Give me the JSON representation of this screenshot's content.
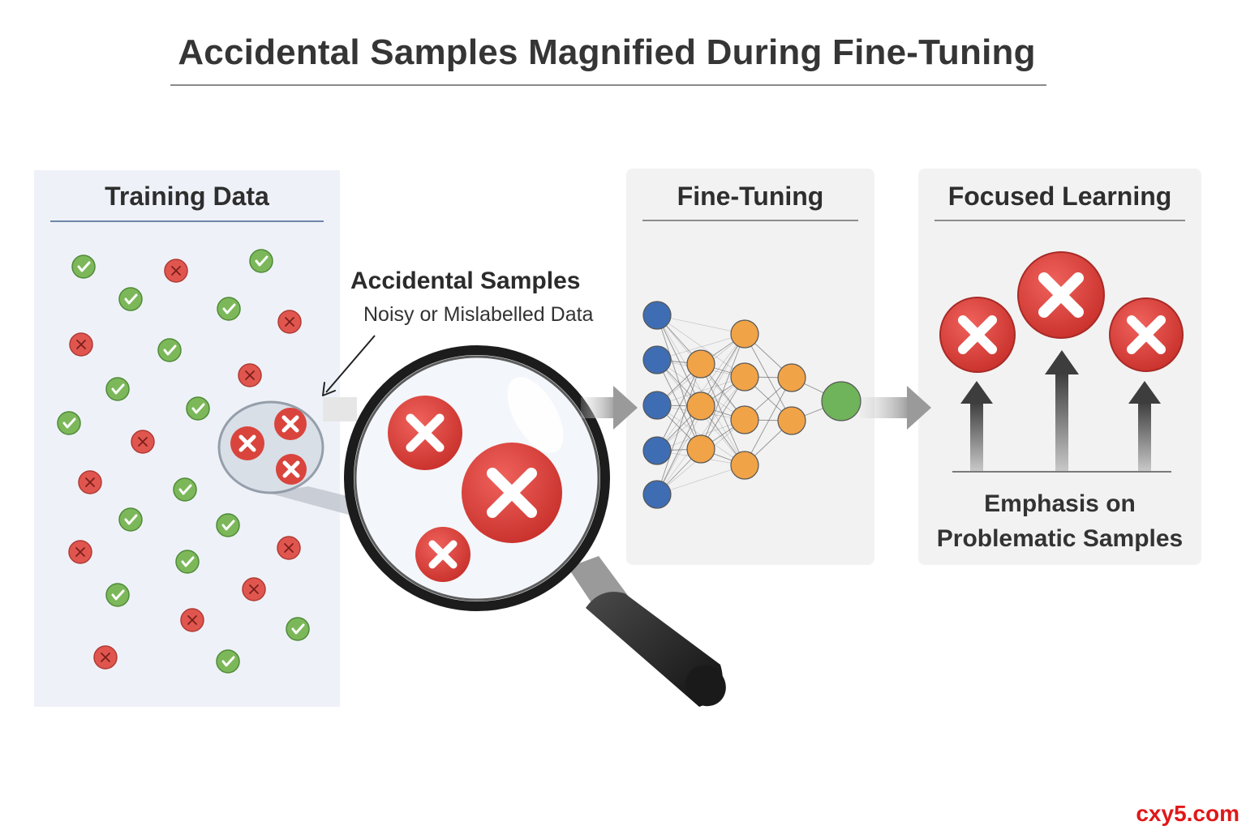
{
  "title": "Accidental Samples Magnified During Fine-Tuning",
  "panels": {
    "training": {
      "heading": "Training Data"
    },
    "finetune": {
      "heading": "Fine-Tuning"
    },
    "focused": {
      "heading": "Focused Learning"
    }
  },
  "callout": {
    "title": "Accidental Samples",
    "subtitle": "Noisy or Mislabelled Data"
  },
  "emphasis": {
    "line1": "Emphasis on",
    "line2": "Problematic Samples"
  },
  "watermark": "cxy5.com",
  "colors": {
    "correct": "#7cb85a",
    "incorrect": "#e0564f",
    "input_node": "#3f6db3",
    "hidden_node": "#f0a347",
    "output_node": "#6fb35a",
    "big_x": "#d93a35"
  },
  "icons": {
    "correct": "check-icon",
    "incorrect": "cross-icon",
    "magnifier": "magnifying-glass-icon",
    "flow": "arrow-right-icon",
    "emphasis": "arrow-up-icon"
  }
}
